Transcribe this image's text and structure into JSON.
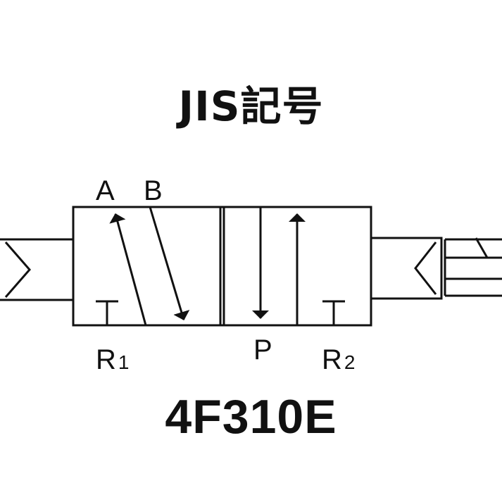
{
  "title": "JIS記号",
  "model": "4F310E",
  "ports": {
    "a": "A",
    "b": "B",
    "r1": "R",
    "r1_sub": "1",
    "p": "P",
    "r2": "R",
    "r2_sub": "2"
  }
}
